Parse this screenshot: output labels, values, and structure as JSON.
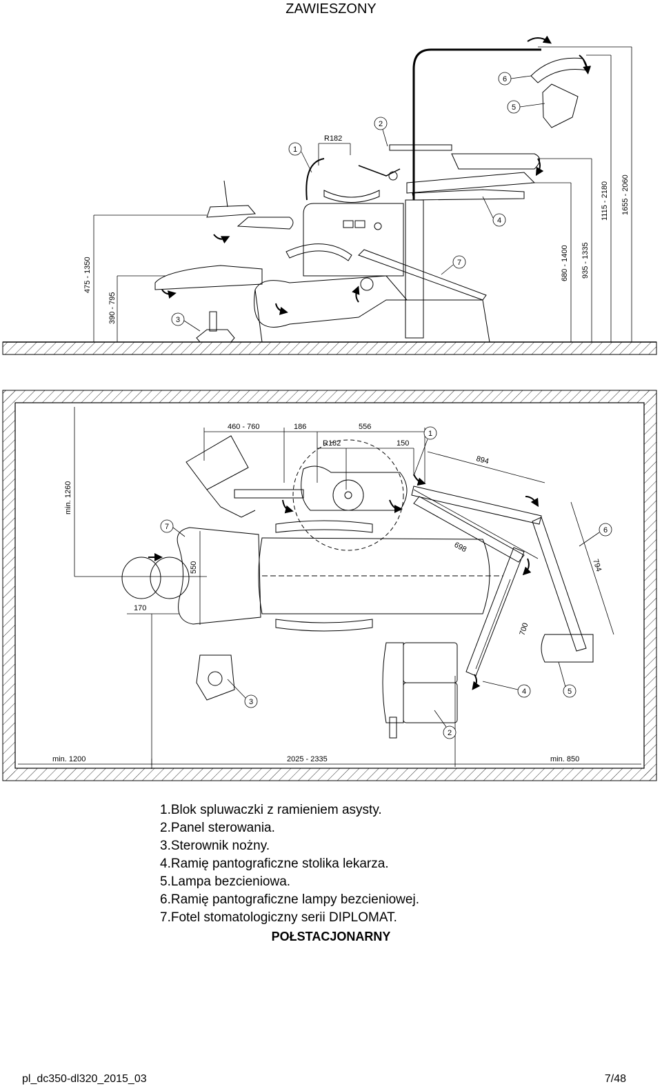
{
  "header": {
    "title": "ZAWIESZONY"
  },
  "side_view": {
    "dimensions": {
      "r182": "R182",
      "d475_1350": "475 - 1350",
      "d390_795": "390 - 795",
      "d680_1400": "680 - 1400",
      "d935_1335": "935 - 1335",
      "d1115_2180": "1115 - 2180",
      "d1655_2060": "1655 - 2060"
    },
    "callouts": [
      "1",
      "2",
      "3",
      "4",
      "5",
      "6",
      "7"
    ]
  },
  "top_view": {
    "dimensions": {
      "d460_760": "460 - 760",
      "d186": "186",
      "d556": "556",
      "r182": "R182",
      "d150": "150",
      "d894": "894",
      "d698": "698",
      "d794": "794",
      "d700": "700",
      "min1260": "min. 1260",
      "d550": "550",
      "d170": "170",
      "min1200": "min. 1200",
      "d2025_2335": "2025 - 2335",
      "min850": "min. 850"
    },
    "callouts": [
      "1",
      "2",
      "3",
      "4",
      "5",
      "6",
      "7"
    ]
  },
  "legend": {
    "items": [
      "1.Blok spluwaczki z ramieniem asysty.",
      "2.Panel sterowania.",
      "3.Sterownik nożny.",
      "4.Ramię pantograficzne stolika lekarza.",
      "5.Lampa bezcieniowa.",
      "6.Ramię pantograficzne lampy bezcieniowej.",
      "7.Fotel stomatologiczny serii DIPLOMAT."
    ]
  },
  "subtitle": "POŁSTACJONARNY",
  "footer": {
    "doc_id": "pl_dc350-dl320_2015_03",
    "page": "7/48"
  }
}
